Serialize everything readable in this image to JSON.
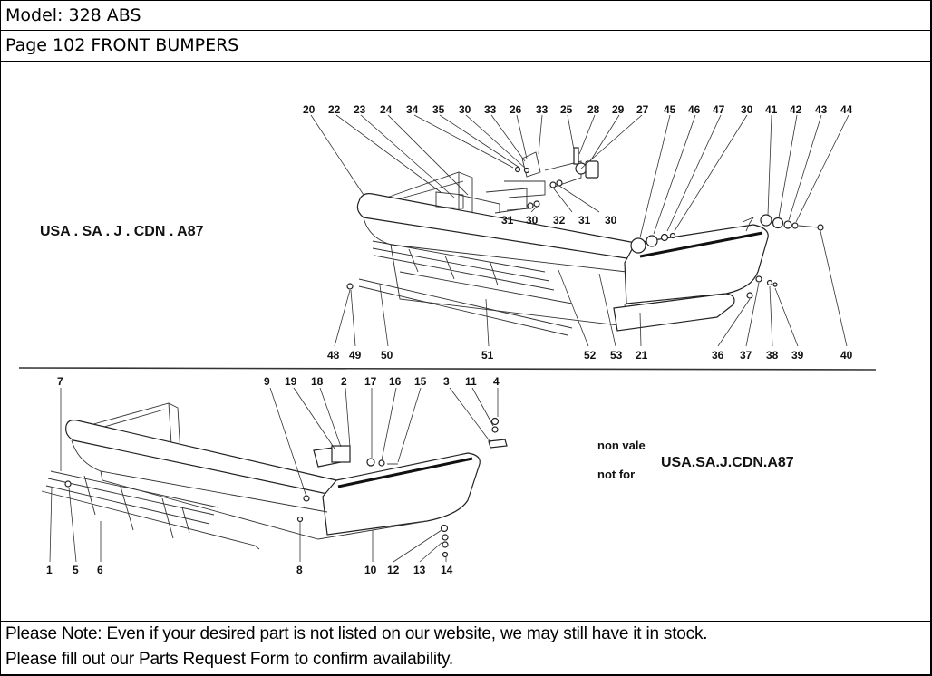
{
  "header": {
    "model_label": "Model: 328 ABS",
    "page_label": "Page 102  FRONT BUMPERS"
  },
  "diagram": {
    "title": "FRONT BUMPERS",
    "upper_section": {
      "variant_label": "USA . SA . J . CDN . A87",
      "top_callouts": [
        "20",
        "22",
        "23",
        "24",
        "34",
        "35",
        "30",
        "33",
        "26",
        "33",
        "25",
        "28",
        "29",
        "27",
        "45",
        "46",
        "47",
        "30",
        "41",
        "42",
        "43",
        "44"
      ],
      "mid_callouts": [
        "31",
        "30",
        "32",
        "31",
        "30"
      ],
      "bottom_callouts": [
        "48",
        "49",
        "50",
        "51",
        "52",
        "53",
        "21",
        "36",
        "37",
        "38",
        "39",
        "40"
      ]
    },
    "lower_section": {
      "note_it": "non vale",
      "note_en": "not for",
      "variant_label": "USA.SA.J.CDN.A87",
      "top_callouts": [
        "7",
        "9",
        "19",
        "18",
        "2",
        "17",
        "16",
        "15",
        "3",
        "11",
        "4"
      ],
      "bottom_callouts": [
        "1",
        "5",
        "6",
        "8",
        "10",
        "12",
        "13",
        "14"
      ]
    }
  },
  "footer": {
    "note_line1": "Please Note: Even if your desired part is not listed on our website, we may still have it in stock.",
    "note_line2": "Please fill out our Parts Request Form to confirm availability."
  }
}
